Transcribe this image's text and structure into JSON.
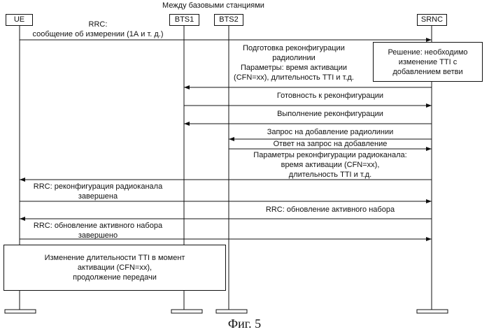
{
  "header": "Между базовыми станциями",
  "entities": {
    "ue": "UE",
    "bts1": "BTS1",
    "bts2": "BTS2",
    "srnc": "SRNC"
  },
  "messages": [
    {
      "from": "UE",
      "to": "SRNC",
      "lines": [
        "RRC:",
        "сообщение об измерении (1А и т. д.)"
      ]
    },
    {
      "from": "SRNC",
      "to": "BTS1",
      "lines": [
        "Подготовка реконфигурации",
        "радиолинии",
        "Параметры: время активации",
        "(CFN=xx), длительность TTI и т.д."
      ]
    },
    {
      "from": "BTS1",
      "to": "SRNC",
      "lines": [
        "Готовность к реконфигурации"
      ]
    },
    {
      "from": "SRNC",
      "to": "BTS1",
      "lines": [
        "Выполнение реконфигурации"
      ]
    },
    {
      "from": "SRNC",
      "to": "BTS2",
      "lines": [
        "Запрос на добавление радиолинии"
      ]
    },
    {
      "from": "BTS2",
      "to": "SRNC",
      "lines": [
        "Ответ на запрос на добавление"
      ]
    },
    {
      "from": "SRNC",
      "to": "UE",
      "lines": [
        "Параметры реконфигурации радиоканала:",
        "время активации (CFN=xx),",
        "длительность TTI и т.д."
      ]
    },
    {
      "from": "UE",
      "to": "SRNC",
      "lines": [
        "RRC: реконфигурация радиоканала",
        "завершена"
      ]
    },
    {
      "from": "SRNC",
      "to": "UE",
      "lines": [
        "RRC: обновление активного набора"
      ]
    },
    {
      "from": "UE",
      "to": "SRNC",
      "lines": [
        "RRC: обновление активного набора",
        "завершено"
      ]
    }
  ],
  "decision_box": [
    "Решение: необходимо",
    "изменение TTI с",
    "добавлением ветви"
  ],
  "action_box": [
    "Изменение длительности TTI в момент",
    "активации (CFN=xx),",
    "продолжение передачи"
  ],
  "caption": "Фиг. 5"
}
